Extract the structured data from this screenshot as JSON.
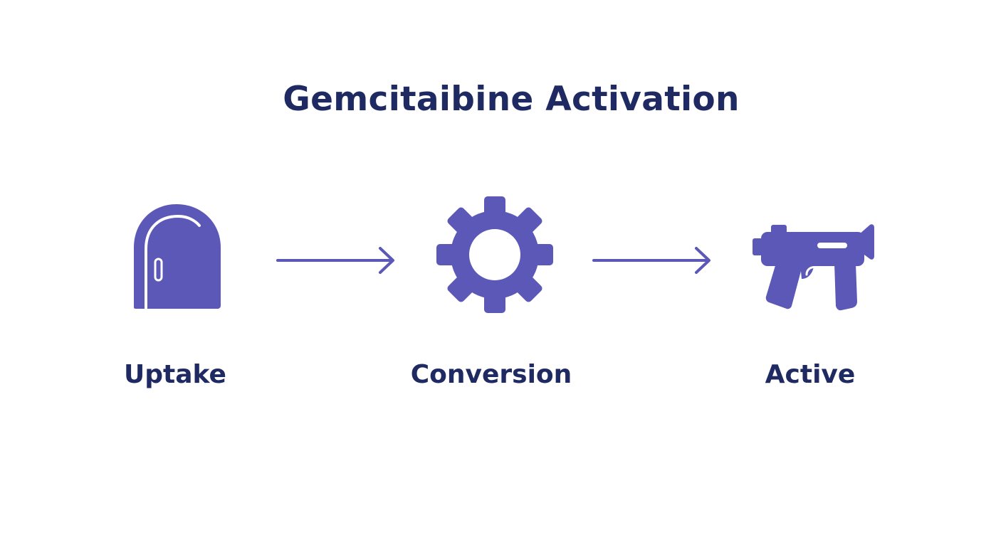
{
  "diagram": {
    "title": "Gemcitaibine Activation",
    "accent_color": "#5b58b8",
    "text_color": "#1f2a63",
    "steps": [
      {
        "label": "Uptake",
        "icon": "door-icon"
      },
      {
        "label": "Conversion",
        "icon": "gear-icon"
      },
      {
        "label": "Active",
        "icon": "gun-icon"
      }
    ],
    "connectors": [
      {
        "from": "Uptake",
        "to": "Conversion",
        "icon": "arrow-right-icon"
      },
      {
        "from": "Conversion",
        "to": "Active",
        "icon": "arrow-right-icon"
      }
    ]
  }
}
